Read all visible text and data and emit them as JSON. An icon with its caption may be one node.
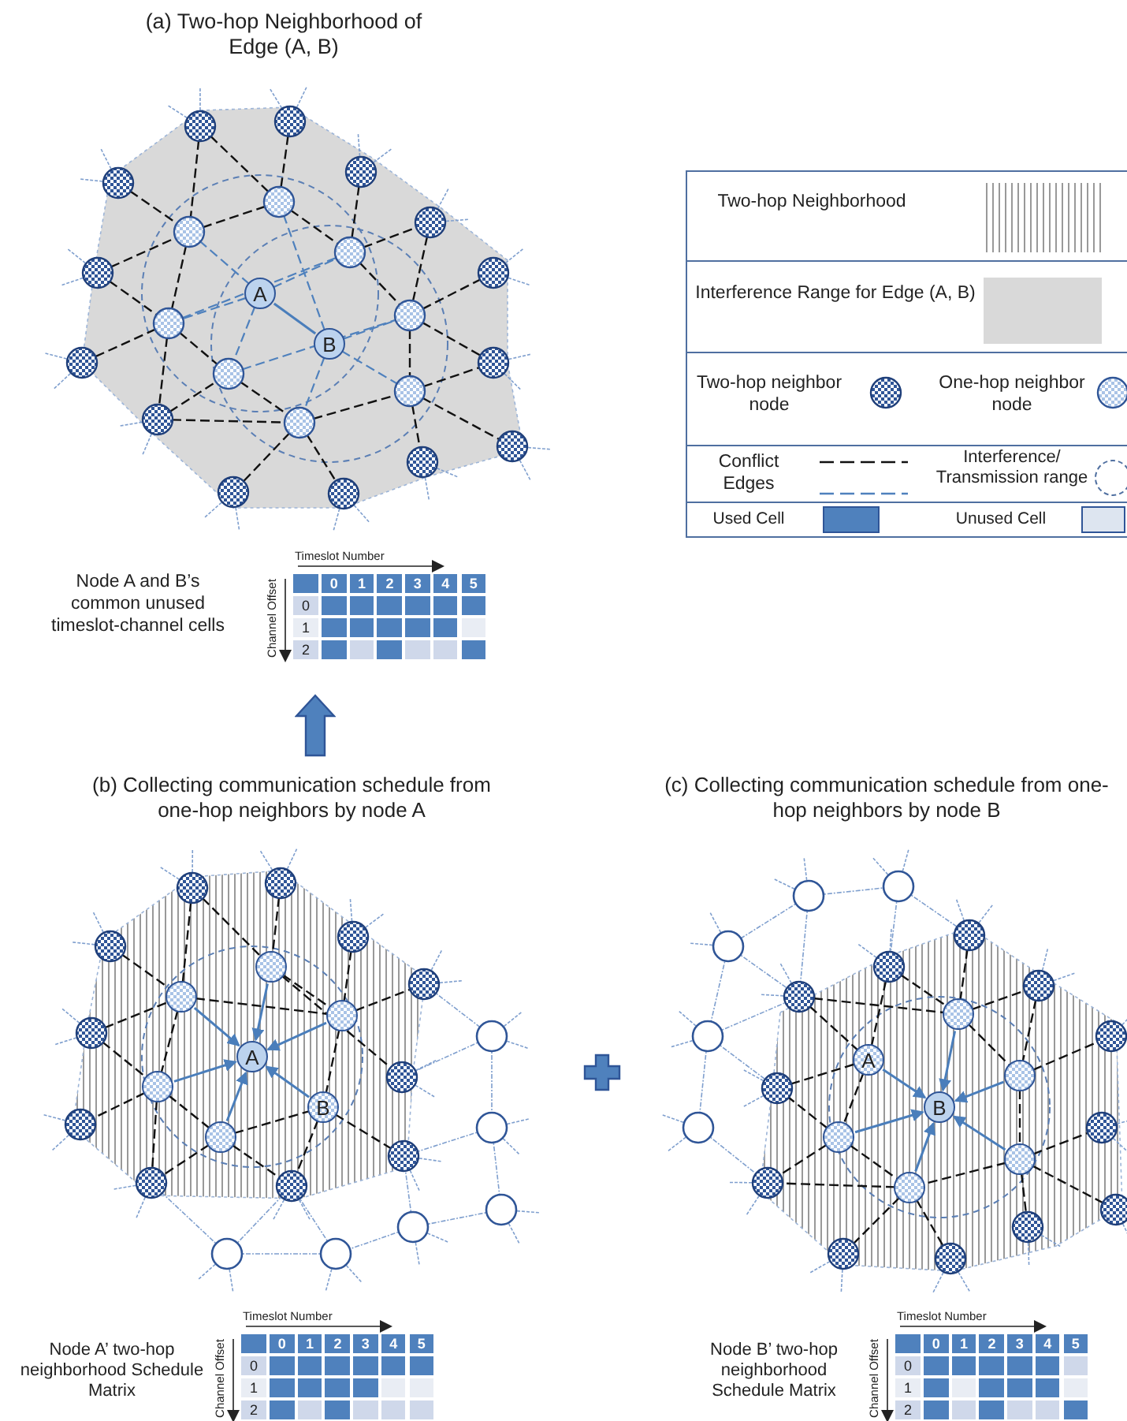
{
  "diagram": {
    "nodes": [
      {
        "text": [
          "A"
        ]
      },
      {
        "text": [
          "B"
        ]
      },
      {
        "text": [
          "A"
        ]
      },
      {
        "text": [
          "B"
        ]
      },
      {
        "text": [],
        "shape": "circle"
      },
      {
        "text": [],
        "shape": "circle"
      },
      {
        "text": [],
        "shape": "circle"
      },
      {
        "text": [],
        "shape": "circle"
      },
      {
        "text": [],
        "shape": "circle"
      },
      {
        "text": [
          "A"
        ]
      },
      {
        "text": [
          "B"
        ]
      },
      {
        "text": [],
        "shape": "circle"
      },
      {
        "text": [],
        "shape": "circle"
      },
      {
        "text": [],
        "shape": "circle"
      },
      {
        "text": [],
        "shape": "circle"
      },
      {
        "text": [],
        "shape": "circle"
      }
    ],
    "edges": [
      {
        "from": 0,
        "to": 1,
        "arrow": "none"
      },
      {
        "from": 4,
        "to": 2,
        "arrow": "to"
      },
      {
        "from": 5,
        "to": 2,
        "arrow": "to"
      },
      {
        "from": 6,
        "to": 2,
        "arrow": "to"
      },
      {
        "from": 7,
        "to": 2,
        "arrow": "to"
      },
      {
        "from": 8,
        "to": 2,
        "arrow": "to"
      },
      {
        "from": 3,
        "to": 2,
        "arrow": "to"
      },
      {
        "from": 9,
        "to": 10,
        "arrow": "to"
      },
      {
        "from": 11,
        "to": 10,
        "arrow": "to"
      },
      {
        "from": 12,
        "to": 10,
        "arrow": "to"
      },
      {
        "from": 13,
        "to": 10,
        "arrow": "to"
      },
      {
        "from": 14,
        "to": 10,
        "arrow": "to"
      },
      {
        "from": 15,
        "to": 10,
        "arrow": "to"
      }
    ],
    "labels": [
      "(a) Two-hop Neighborhood of Edge (A, B)",
      "Node A and B’s common unused timeslot-channel cells",
      "Timeslot Number",
      "Channel Offset",
      "0",
      "1",
      "2",
      "3",
      "4",
      "5",
      "0",
      "1",
      "2",
      "(b) Collecting communication schedule from one-hop neighbors by node A",
      "(c) Collecting communication schedule from one-hop neighbors by node B",
      "Node A’ two-hop neighborhood Schedule Matrix",
      "Timeslot Number",
      "Channel Offset",
      "0",
      "1",
      "2",
      "3",
      "4",
      "5",
      "0",
      "1",
      "2",
      "Node B’ two-hop neighborhood Schedule Matrix",
      "Timeslot Number",
      "Channel Offset",
      "0",
      "1",
      "2",
      "3",
      "4",
      "5",
      "0",
      "1",
      "2"
    ],
    "legend": [
      {
        "text": "Two-hop Neighborhood"
      },
      {
        "text": "Interference Range for Edge (A, B)",
        "color": "#d9d9d9"
      },
      {
        "text": "Two-hop neighbor node"
      },
      {
        "text": "One-hop neighbor node"
      },
      {
        "text": "Conflict Edges"
      },
      {
        "text": "Interference/ Transmission range"
      },
      {
        "text": "Used Cell",
        "color": "#4f81bd"
      },
      {
        "text": "Unused Cell",
        "color": "#dde5f0"
      }
    ]
  }
}
